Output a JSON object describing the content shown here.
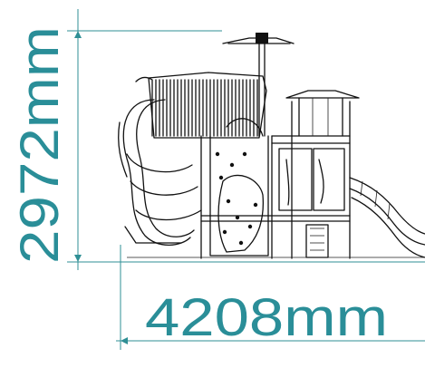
{
  "drawing": {
    "subject": "playground-structure-elevation",
    "colors": {
      "dimension": "#2f8f95",
      "linework": "#111111",
      "background": "#ffffff"
    }
  },
  "dimensions": {
    "height_label": "2972mm",
    "width_label": "4208mm"
  }
}
